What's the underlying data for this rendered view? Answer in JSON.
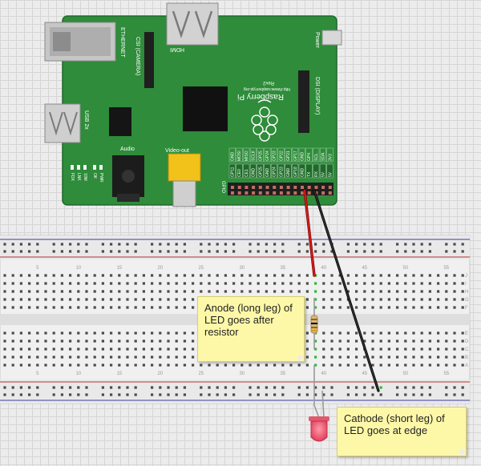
{
  "board": {
    "name_line1": "Raspberry Pi",
    "name_line2": "http://www.raspberrypi.org",
    "revision": "Rev2",
    "ethernet": "ETHERNET",
    "usb": "USB 2x",
    "hdmi": "HDMI",
    "csi": "CSI (CAMERA)",
    "dsi": "DSI (DISPLAY)",
    "power": "Power",
    "audio": "Audio",
    "video_out": "Video-out",
    "gpio": "GPIO",
    "leds_left": [
      "FDX",
      "LNK",
      "10M"
    ],
    "leds_right": [
      "OK",
      "PWR"
    ],
    "gpio_top": [
      "GND",
      "MOSI",
      "MISO",
      "SCLK",
      "GP25",
      "GP24",
      "GP23",
      "GP22",
      "GP21",
      "GP17",
      "GND",
      "GP4",
      "SCL",
      "SDA",
      "3V3"
    ],
    "gpio_bottom": [
      "GP11",
      "CE0",
      "CE1",
      "GND",
      "GP25",
      "GND",
      "GP24",
      "GP23",
      "GND",
      "GP18",
      "GND",
      "TX",
      "RX",
      "5V",
      "5V"
    ]
  },
  "breadboard": {
    "columns": [
      "5",
      "10",
      "15",
      "20",
      "25",
      "30",
      "35",
      "40",
      "45",
      "50",
      "55"
    ],
    "rows_top": [
      "J",
      "I",
      "H",
      "G",
      "F"
    ],
    "rows_bottom": [
      "E",
      "D",
      "C",
      "B",
      "A"
    ]
  },
  "notes": {
    "anode": "Anode (long leg) of LED goes after resistor",
    "cathode": "Cathode (short leg) of LED goes at edge"
  }
}
